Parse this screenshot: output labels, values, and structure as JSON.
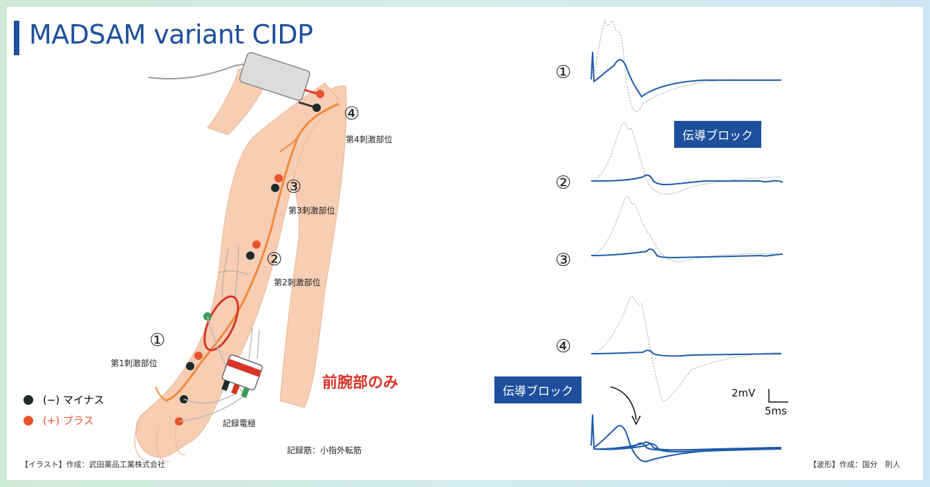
{
  "title": "MADSAM variant CIDP",
  "stimulation_sites": [
    {
      "number": "①",
      "label": "第1刺激部位"
    },
    {
      "number": "②",
      "label": "第2刺激部位"
    },
    {
      "number": "③",
      "label": "第3刺激部位"
    },
    {
      "number": "④",
      "label": "第4刺激部位"
    }
  ],
  "legend": {
    "minus": "(−) マイナス",
    "plus": "(+) プラス",
    "minus_color": "#1f2a2a",
    "plus_color": "#e8532c"
  },
  "recording_electrode_label": "記録電極",
  "recording_muscle_label": "記録筋：小指外転筋",
  "forearm_only_label": "前腕部のみ",
  "conduction_block_label": "伝導ブロック",
  "scale_bar": {
    "voltage": "2mV",
    "time": "5ms"
  },
  "waveform_rows": [
    {
      "number": "①"
    },
    {
      "number": "②"
    },
    {
      "number": "③"
    },
    {
      "number": "④"
    }
  ],
  "illustration_credit": "【イラスト】作成：武田薬品工業株式会社",
  "waveform_credit": "【波形】作成：国分　則人",
  "colors": {
    "accent": "#1d4f9c",
    "nerve": "#f08a3c",
    "skin": "#f7cdb3",
    "highlight": "#d8342a",
    "ground": "#3c9c5a"
  }
}
